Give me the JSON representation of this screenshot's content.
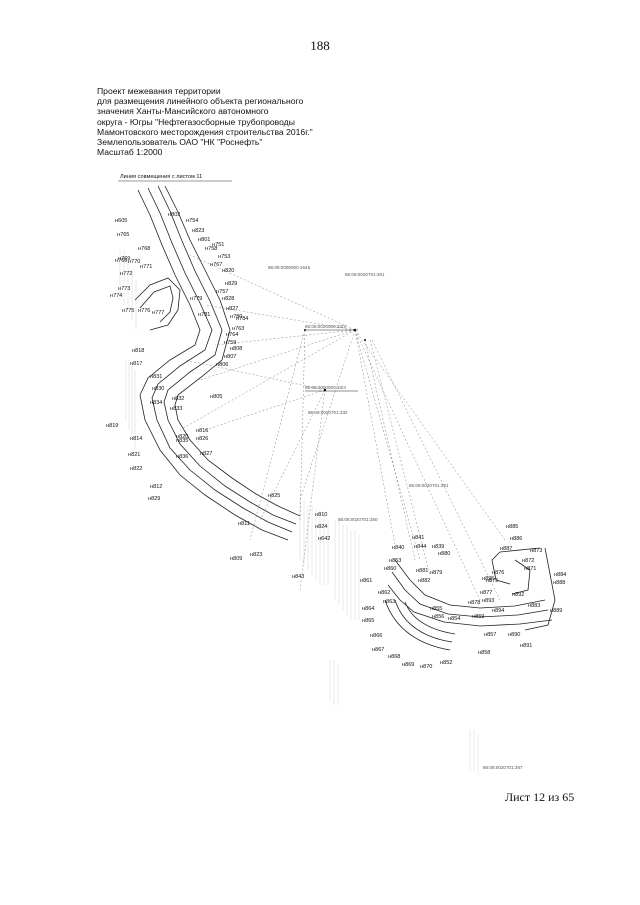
{
  "page_number": "188",
  "title_lines": [
    "Проект межевания территории",
    "для размещения линейного объекта регионального",
    "значения Ханты-Мансийского автономного",
    "округа - Югры \"Нефтегазосборные трубопроводы",
    "Мамонтовского месторождения строительства 2016г.\"",
    "Землепользователь ОАО \"НК \"Роснефть\"",
    "Масштаб 1:2000"
  ],
  "map": {
    "match_line_label": "Линия совмещения с листом 11",
    "cadastral_labels": [
      "86:08:0000000:1646",
      "86:08:0020701:361",
      "86:08:0020000:33/3",
      "86:08:0000000:33/4",
      "86:08:0020701:332",
      "86:08:0020701:351",
      "86:08:0020701:350",
      "86:08:0020701:367"
    ],
    "point_labels": [
      "н605",
      "н765",
      "н766",
      "н772",
      "н773",
      "н774",
      "н775",
      "н776",
      "н777",
      "н771",
      "н770",
      "н769",
      "н768",
      "н802",
      "н754",
      "н823",
      "н801",
      "н758",
      "н751",
      "н753",
      "н767",
      "н820",
      "н829",
      "н757",
      "н828",
      "н827",
      "н780",
      "н784",
      "н763",
      "н764",
      "н759",
      "н808",
      "н807",
      "н806",
      "н805",
      "н779",
      "н781",
      "н818",
      "н817",
      "н831",
      "н830",
      "н832",
      "н833",
      "н834",
      "н819",
      "н814",
      "н820",
      "н816",
      "н821",
      "н822",
      "н812",
      "н829",
      "н826",
      "н827",
      "н835",
      "н836",
      "н825",
      "н811",
      "н823",
      "н809",
      "н810",
      "н824",
      "н642",
      "н843",
      "н841",
      "н840",
      "н844",
      "н839",
      "н853",
      "н860",
      "н861",
      "н862",
      "н863",
      "н864",
      "н865",
      "н866",
      "н867",
      "н868",
      "н869",
      "н870",
      "н852",
      "н854",
      "н855",
      "н856",
      "н857",
      "н858",
      "н859",
      "н878",
      "н877",
      "н876",
      "н875",
      "н879",
      "н880",
      "н881",
      "н882",
      "н883",
      "н884",
      "н885",
      "н886",
      "н887",
      "н888",
      "н889",
      "н890",
      "н891",
      "н892",
      "н893",
      "н894",
      "н895",
      "н871",
      "н872",
      "н873",
      "н874"
    ]
  },
  "sheet_label": "Лист 12 из 65"
}
